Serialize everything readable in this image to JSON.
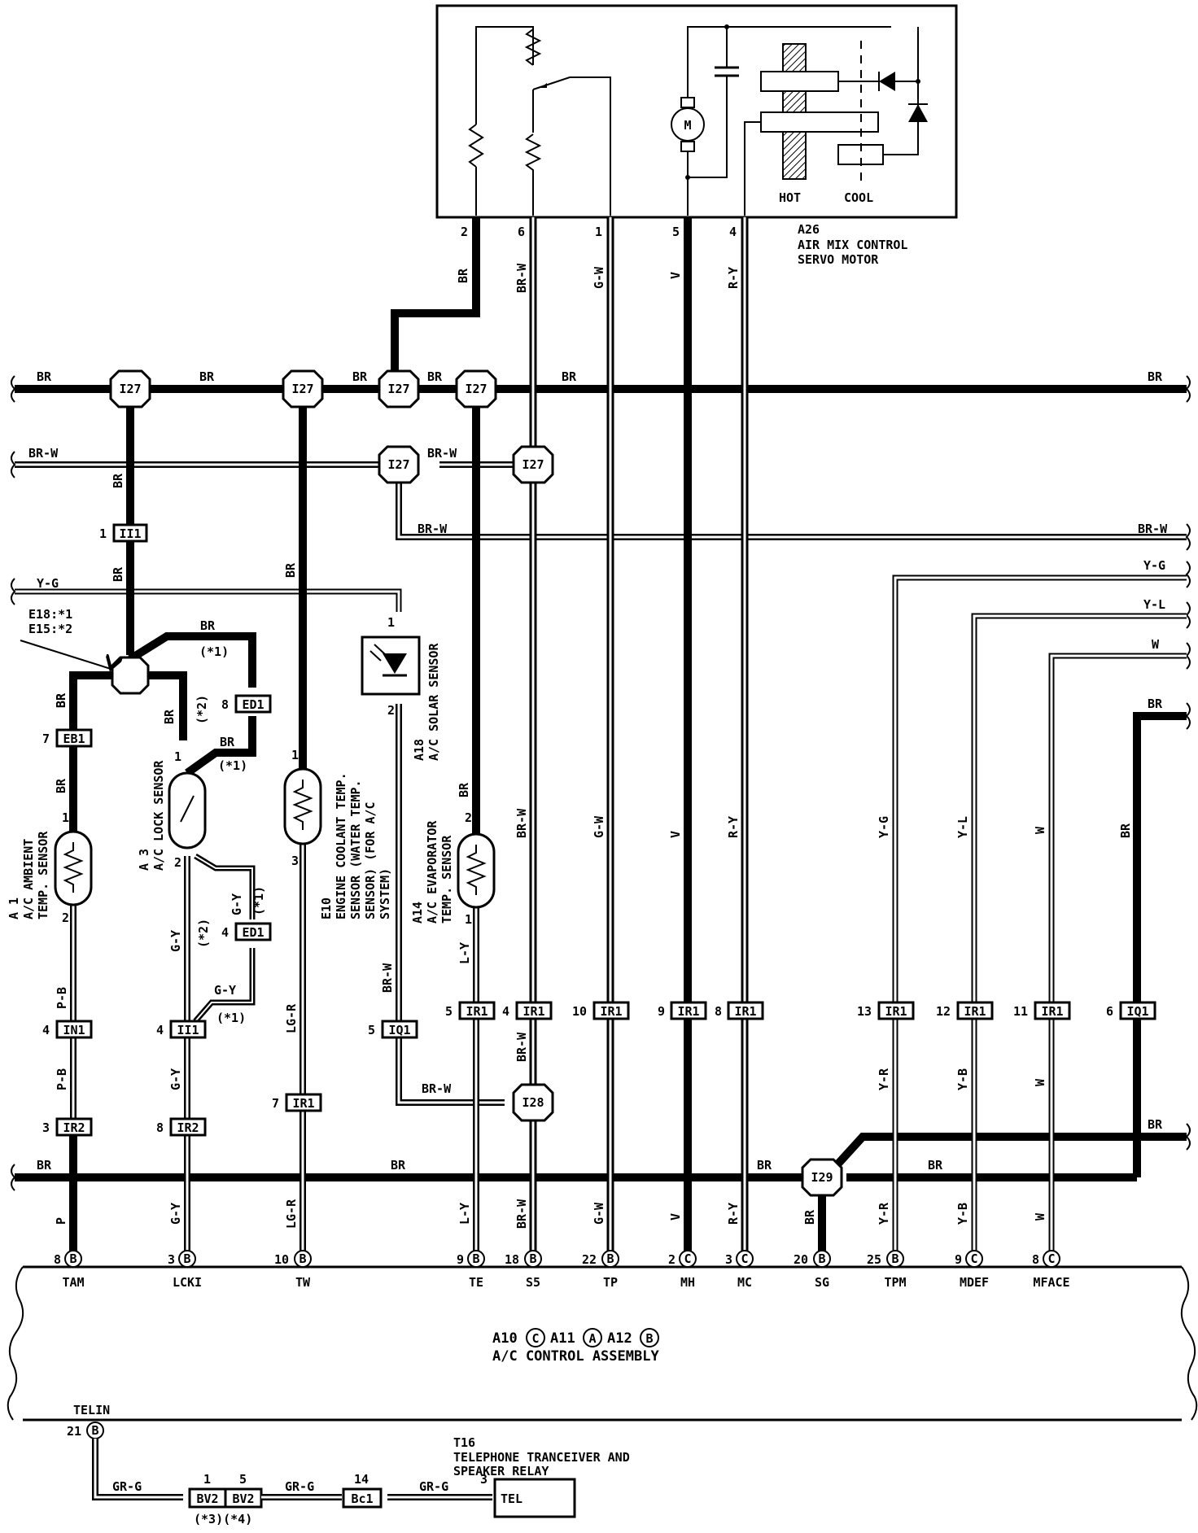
{
  "wire_colors": {
    "br": "BR",
    "br_w": "BR-W",
    "g_w": "G-W",
    "v": "V",
    "r_y": "R-Y",
    "y_g": "Y-G",
    "y_l": "Y-L",
    "w": "W",
    "p_b": "P-B",
    "p": "P",
    "g_y": "G-Y",
    "lg_r": "LG-R",
    "l_y": "L-Y",
    "y_r": "Y-R",
    "y_b": "Y-B",
    "gr_g": "GR-G"
  },
  "servo": {
    "code": "A26",
    "name_line1": "AIR MIX CONTROL",
    "name_line2": "SERVO MOTOR",
    "hot": "HOT",
    "cool": "COOL",
    "motor": "M",
    "pins": [
      "2",
      "6",
      "1",
      "5",
      "4"
    ]
  },
  "junctions": {
    "i27": "I27",
    "i28": "I28",
    "i29": "I29"
  },
  "connectors": {
    "ii1": "II1",
    "eb1": "EB1",
    "ed1": "ED1",
    "in1": "IN1",
    "ir2": "IR2",
    "ir1": "IR1",
    "iq1": "IQ1",
    "bv2": "BV2",
    "bc1": "Bc1",
    "tel": "TEL"
  },
  "pins": {
    "p1": "1",
    "p2": "2",
    "p3": "3",
    "p4": "4",
    "p5": "5",
    "p6": "6",
    "p7": "7",
    "p8": "8",
    "p9": "9",
    "p10": "10",
    "p11": "11",
    "p12": "12",
    "p13": "13",
    "p14": "14",
    "p18": "18",
    "p20": "20",
    "p21": "21",
    "p22": "22",
    "p25": "25"
  },
  "notes": {
    "star1": "(*1)",
    "star2": "(*2)",
    "star34": "(*3)(*4)",
    "e18": "E18:*1",
    "e15": "E15:*2"
  },
  "components": {
    "a1_code": "A 1",
    "a1_l1": "A/C AMBIENT",
    "a1_l2": "TEMP. SENSOR",
    "a3_code": "A 3",
    "a3_l1": "A/C LOCK SENSOR",
    "e10_code": "E10",
    "e10_l1": "ENGINE COOLANT TEMP.",
    "e10_l2": "SENSOR (WATER TEMP.",
    "e10_l3": "SENSOR) (FOR A/C",
    "e10_l4": "SYSTEM)",
    "a18_code": "A18",
    "a18_l1": "A/C SOLAR SENSOR",
    "a14_code": "A14",
    "a14_l1": "A/C EVAPORATOR",
    "a14_l2": "TEMP. SENSOR"
  },
  "control": {
    "title1": "A10",
    "sub1": "C",
    "title2": "A11",
    "sub2": "A",
    "title3": "A12",
    "sub3": "B",
    "name": "A/C CONTROL ASSEMBLY",
    "terminals": [
      "TAM",
      "LCKI",
      "TW",
      "TE",
      "S5",
      "TP",
      "MH",
      "MC",
      "SG",
      "TPM",
      "MDEF",
      "MFACE"
    ],
    "telin": "TELIN",
    "b": "B",
    "c": "C"
  },
  "telephone": {
    "code": "T16",
    "l1": "TELEPHONE TRANCEIVER AND",
    "l2": "SPEAKER RELAY"
  }
}
